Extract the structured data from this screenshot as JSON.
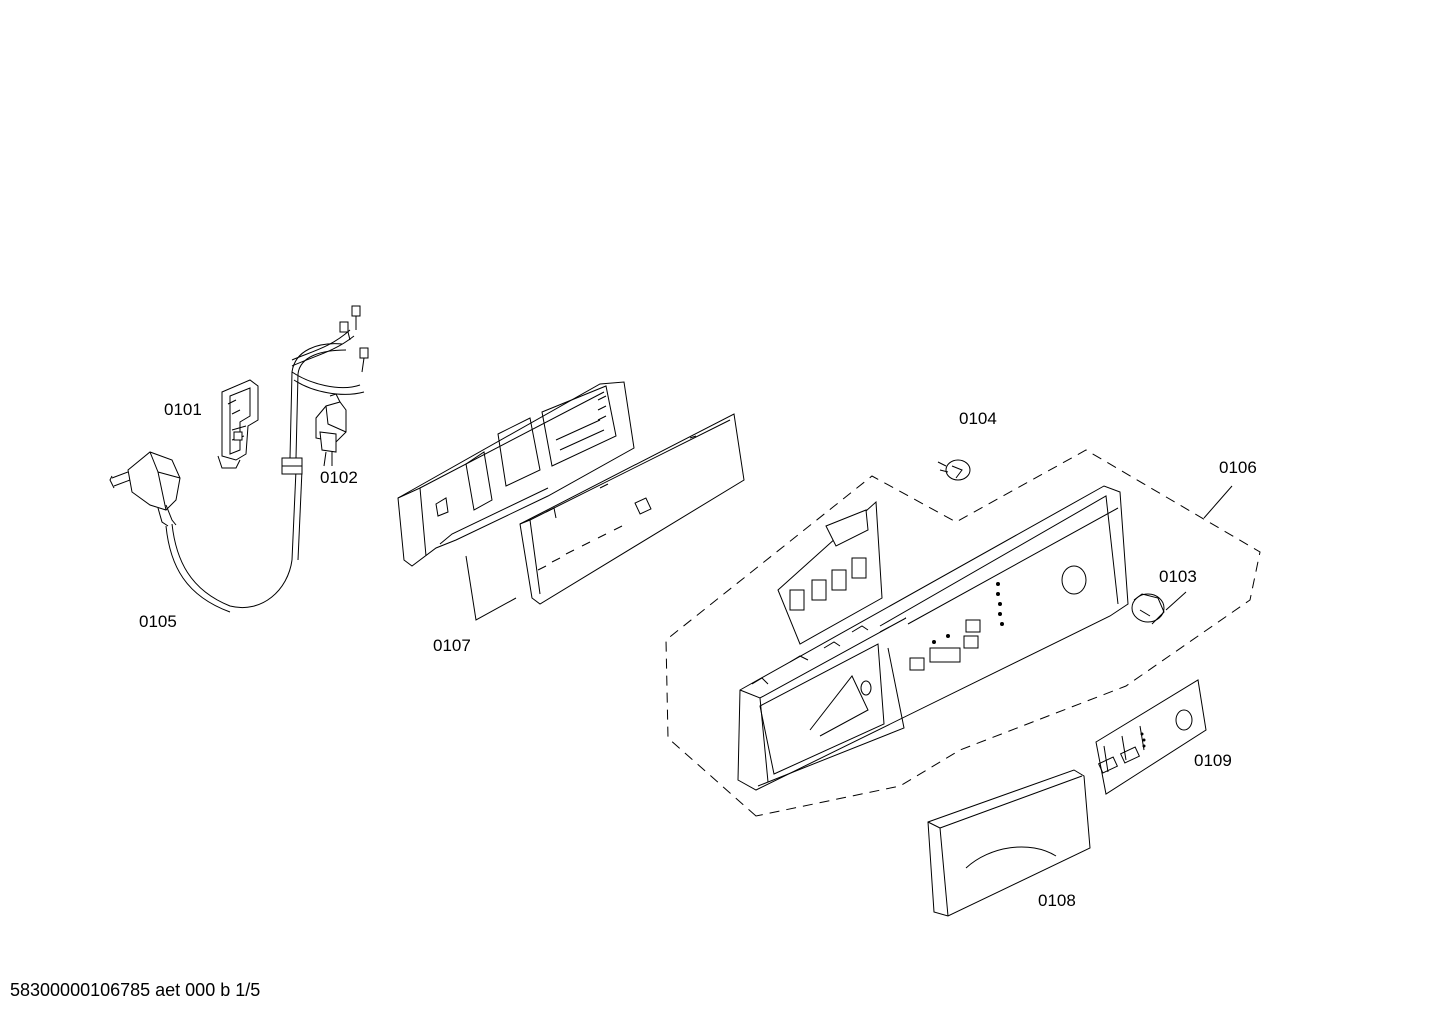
{
  "parts": [
    {
      "id": "0101",
      "label": "0101"
    },
    {
      "id": "0102",
      "label": "0102"
    },
    {
      "id": "0103",
      "label": "0103"
    },
    {
      "id": "0104",
      "label": "0104"
    },
    {
      "id": "0105",
      "label": "0105"
    },
    {
      "id": "0106",
      "label": "0106"
    },
    {
      "id": "0107",
      "label": "0107"
    },
    {
      "id": "0108",
      "label": "0108"
    },
    {
      "id": "0109",
      "label": "0109"
    }
  ],
  "footer": {
    "text": "58300000106785 aet 000 b 1/5"
  }
}
